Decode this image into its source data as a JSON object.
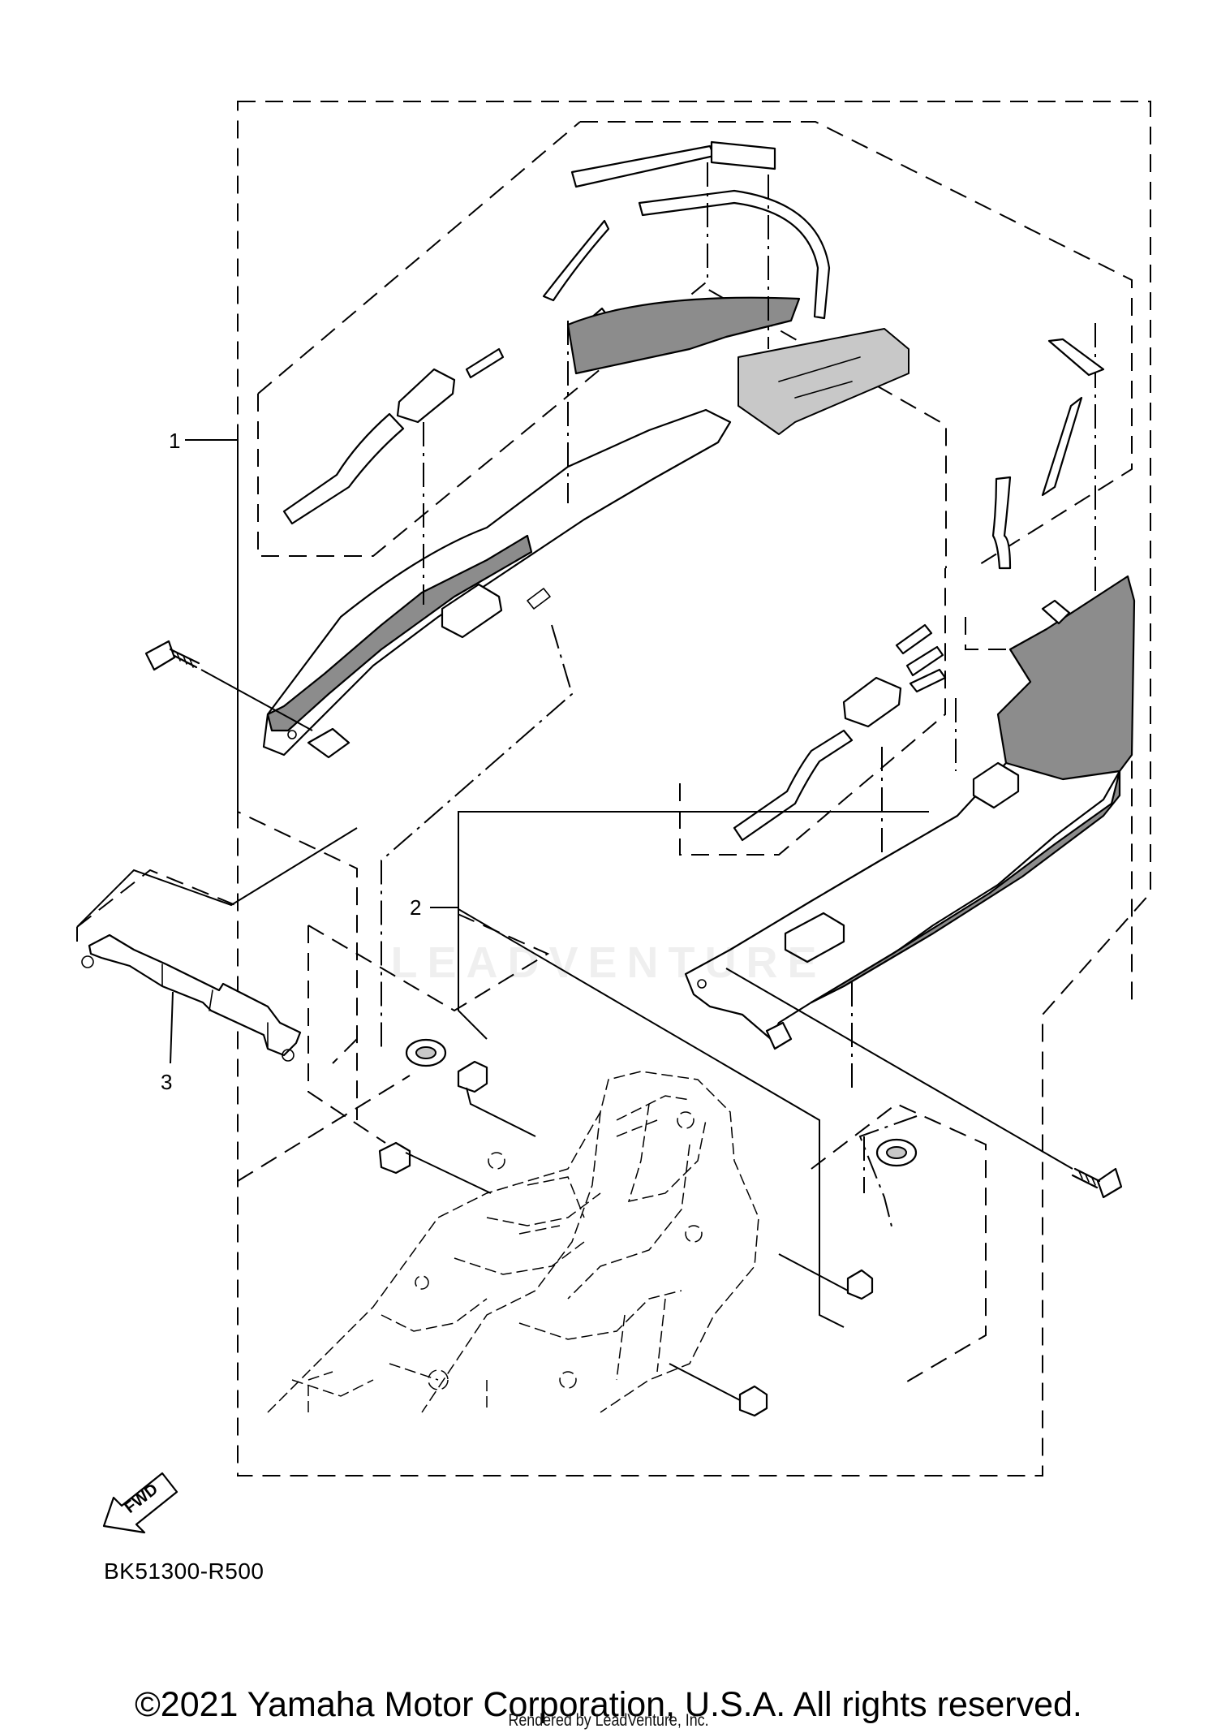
{
  "diagram": {
    "callouts": [
      {
        "id": "1",
        "label": "1"
      },
      {
        "id": "2",
        "label": "2"
      },
      {
        "id": "3",
        "label": "3"
      }
    ],
    "fwd_label": "FWD",
    "diagram_code": "BK51300-R500",
    "watermark_text": "LEADVENTURE",
    "copyright": "©2021 Yamaha Motor Corporation, U.S.A. All rights reserved.",
    "rendered_by": "Rendered by LeadVenture, Inc."
  }
}
